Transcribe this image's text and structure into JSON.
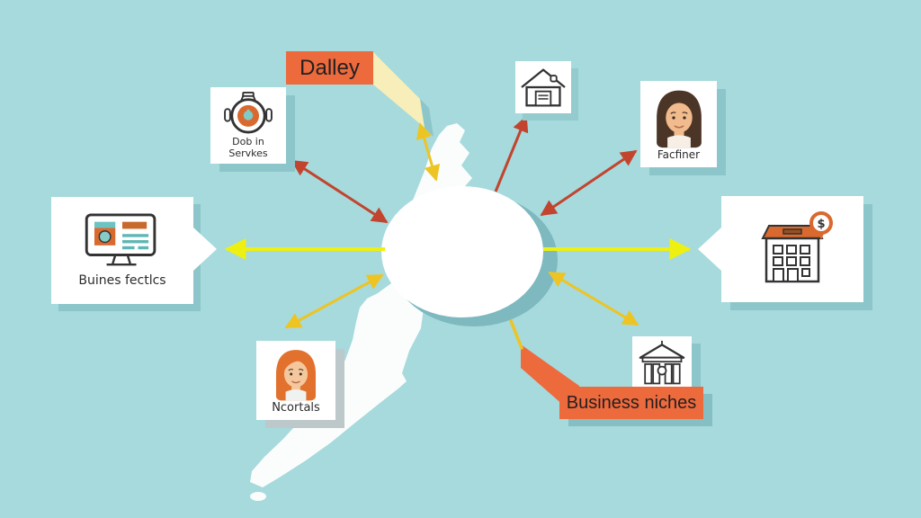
{
  "banners": {
    "dalley": {
      "label": "Dalley",
      "color": "#ed6a3d"
    },
    "business_niches": {
      "label": "Business niches",
      "color": "#ed6a3d"
    }
  },
  "cards": {
    "services": {
      "label_line1": "Dob in",
      "label_line2": "Servkes",
      "icon": "washing-pot-icon"
    },
    "house": {
      "icon": "house-icon"
    },
    "facfiner": {
      "label": "Facfiner",
      "icon": "woman-dark-hair-icon"
    },
    "business_tactics": {
      "label": "Buines fectlcs",
      "icon": "monitor-icon"
    },
    "building": {
      "icon": "building-dollar-icon",
      "badge_symbol": "$"
    },
    "ncortals": {
      "label": "Ncortals",
      "icon": "woman-orange-hair-icon"
    },
    "bank": {
      "icon": "bank-icon"
    }
  },
  "center": {
    "shape": "white-ellipse",
    "label": ""
  },
  "map": {
    "region": "new-zealand-silhouette"
  },
  "colors": {
    "background": "#a6dadd",
    "card_shadow": "#8cc6ca",
    "banner_orange": "#ed6a3d",
    "ribbon_pale_yellow": "#f7eeb9",
    "arrow_red": "#c2442e",
    "arrow_bright_yellow": "#eef011",
    "arrow_gold": "#eec423",
    "icon_orange": "#d9692e",
    "icon_teal": "#7fcbc7",
    "ellipse_shadow": "#7db9bf",
    "map_white": "#fbfdfc"
  }
}
